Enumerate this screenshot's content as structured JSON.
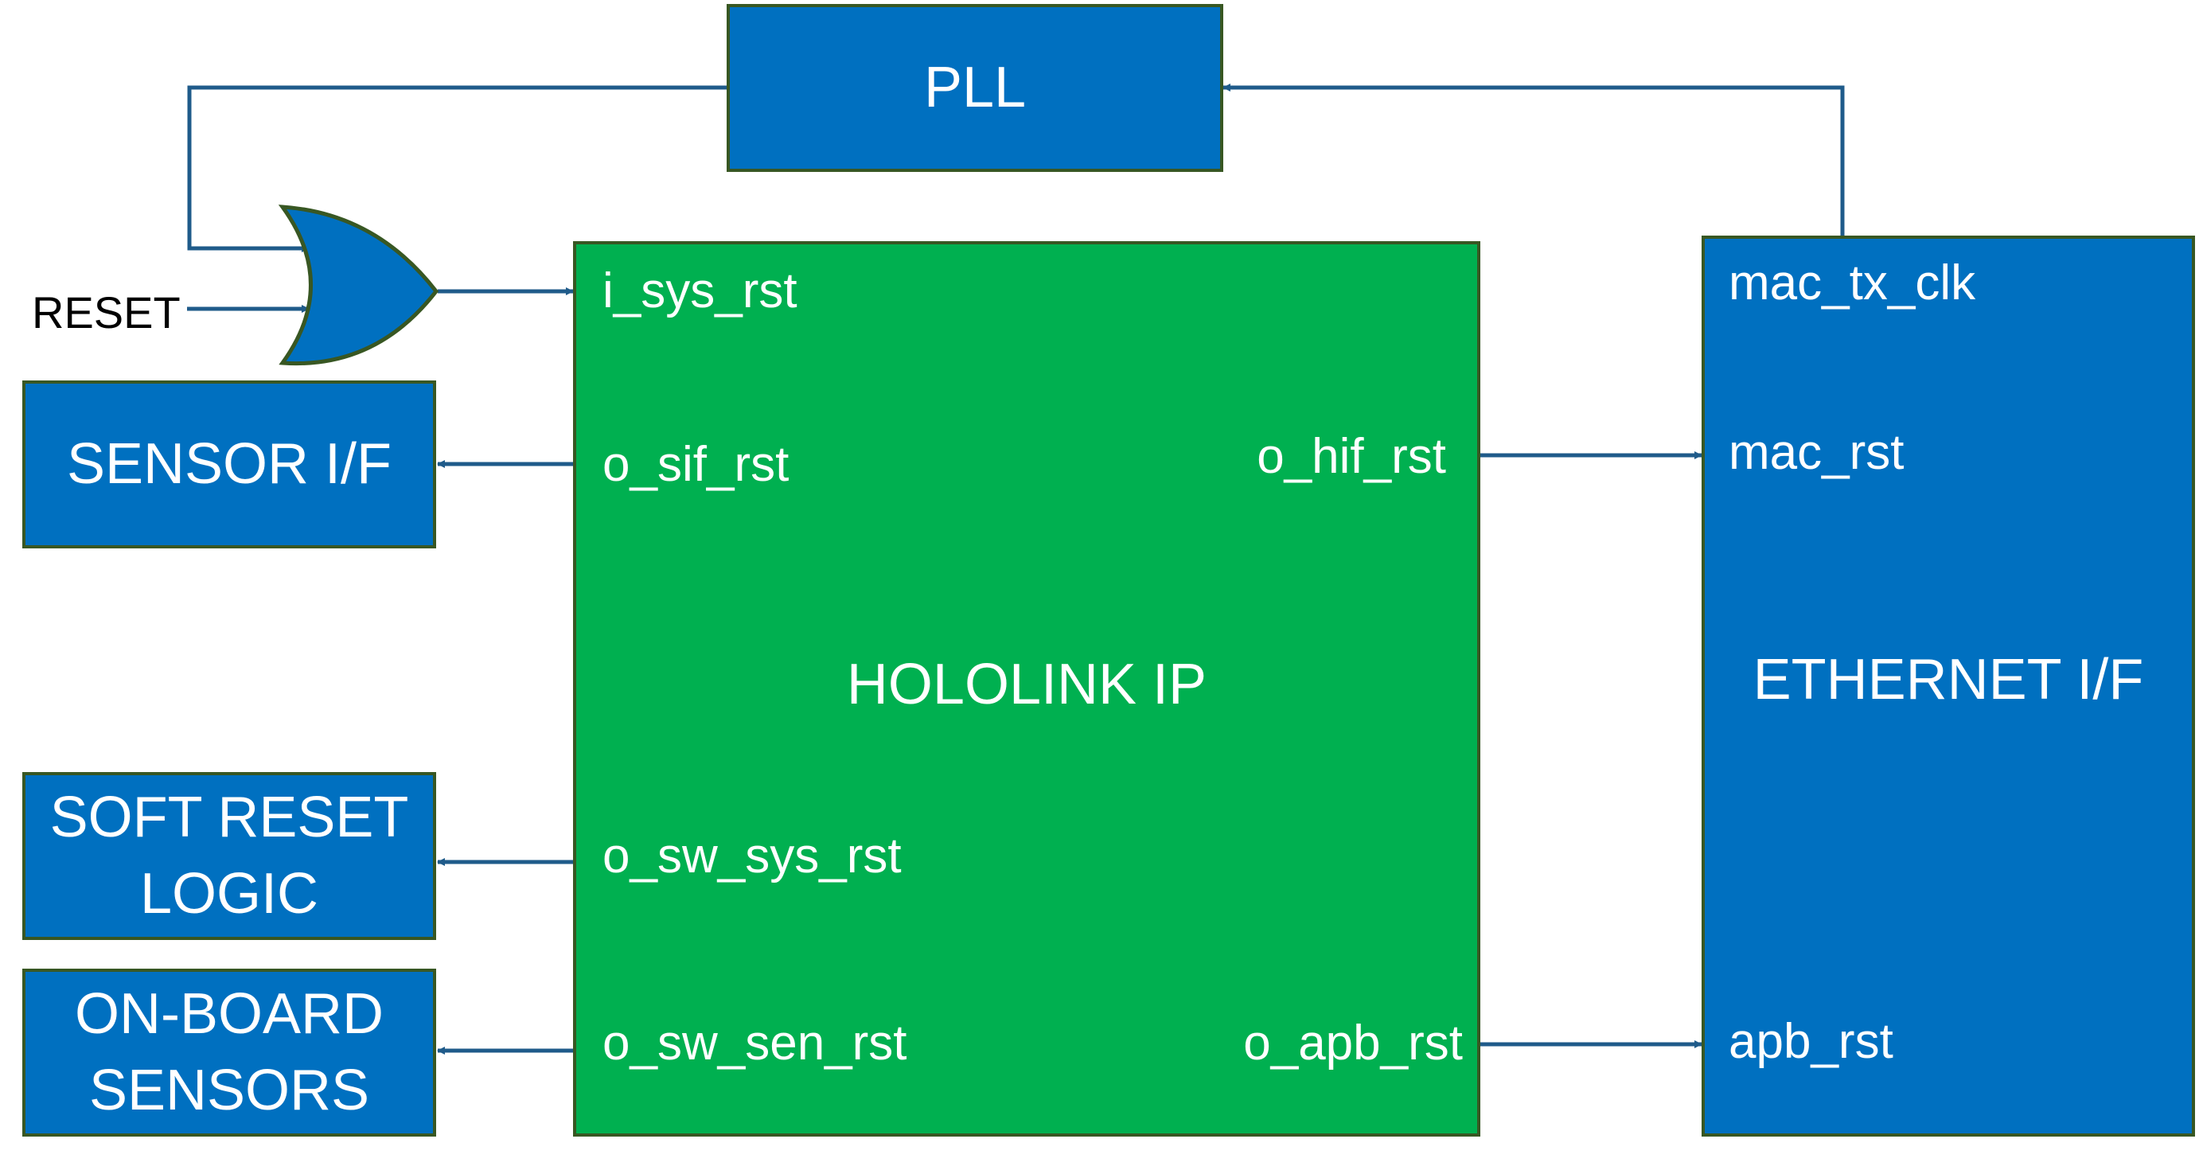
{
  "blocks": {
    "pll": "PLL",
    "sensor_if": "SENSOR I/F",
    "soft_reset": "SOFT RESET\nLOGIC",
    "onboard": "ON-BOARD\nSENSORS",
    "hololink": "HOLOLINK IP",
    "ethernet": "ETHERNET I/F"
  },
  "inputs": {
    "reset": "RESET"
  },
  "hololink_ports": {
    "i_sys_rst": "i_sys_rst",
    "o_sif_rst": "o_sif_rst",
    "o_sw_sys_rst": "o_sw_sys_rst",
    "o_sw_sen_rst": "o_sw_sen_rst",
    "o_hif_rst": "o_hif_rst",
    "o_apb_rst": "o_apb_rst"
  },
  "ethernet_ports": {
    "mac_tx_clk": "mac_tx_clk",
    "mac_rst": "mac_rst",
    "apb_rst": "apb_rst"
  },
  "colors": {
    "block_blue": "#0070c0",
    "block_green": "#00b050",
    "border": "#385723",
    "connector": "#1f5b8a"
  },
  "icons": {
    "gate": "or-gate-icon"
  }
}
